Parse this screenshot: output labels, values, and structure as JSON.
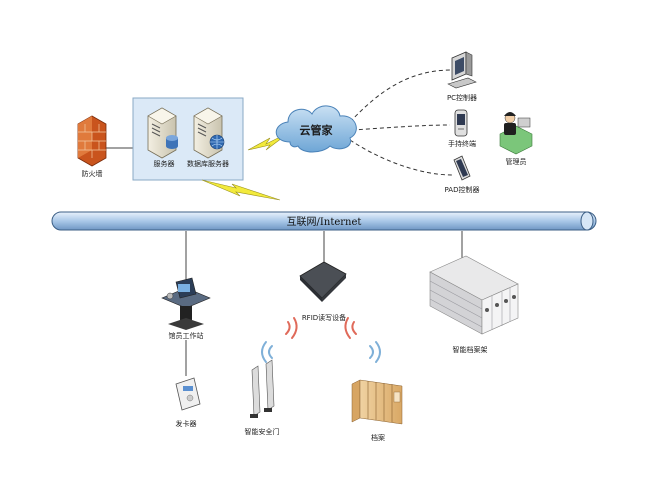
{
  "bus": {
    "label": "互联网/Internet"
  },
  "cloud": {
    "label": "云管家",
    "color": "#7fb2dd"
  },
  "nodes": {
    "firewall": "防火墙",
    "server": "服务器",
    "db_server": "数据库服务器",
    "pc_controller": "PC控制器",
    "handheld": "手持终端",
    "pad_controller": "PAD控制器",
    "admin": "管理员",
    "workstation": "馆员工作站",
    "card_issuer": "发卡器",
    "rfid_device": "RFID读写设备",
    "smart_rack": "智能档案架",
    "security_gate": "智能安全门",
    "archives": "档案"
  },
  "colors": {
    "bus_fill": "#b9d3ec",
    "bus_stroke": "#3c5f86",
    "server_box": "#dbe9f7",
    "lightning": "#f2ea3c",
    "wave_blue": "#7fb0d8",
    "wave_red": "#e06a5a"
  },
  "icons": {
    "firewall": "brick-wall-icon",
    "server": "server-tower-icon",
    "db_server": "database-server-icon",
    "pc": "desktop-computer-icon",
    "handheld": "handheld-terminal-icon",
    "pad": "tablet-icon",
    "admin": "person-at-desk-icon",
    "workstation": "kiosk-workstation-icon",
    "card_issuer": "card-reader-icon",
    "rfid": "rfid-reader-icon",
    "rack": "mobile-shelving-icon",
    "gate": "security-gate-icon",
    "archives": "archive-boxes-icon"
  }
}
